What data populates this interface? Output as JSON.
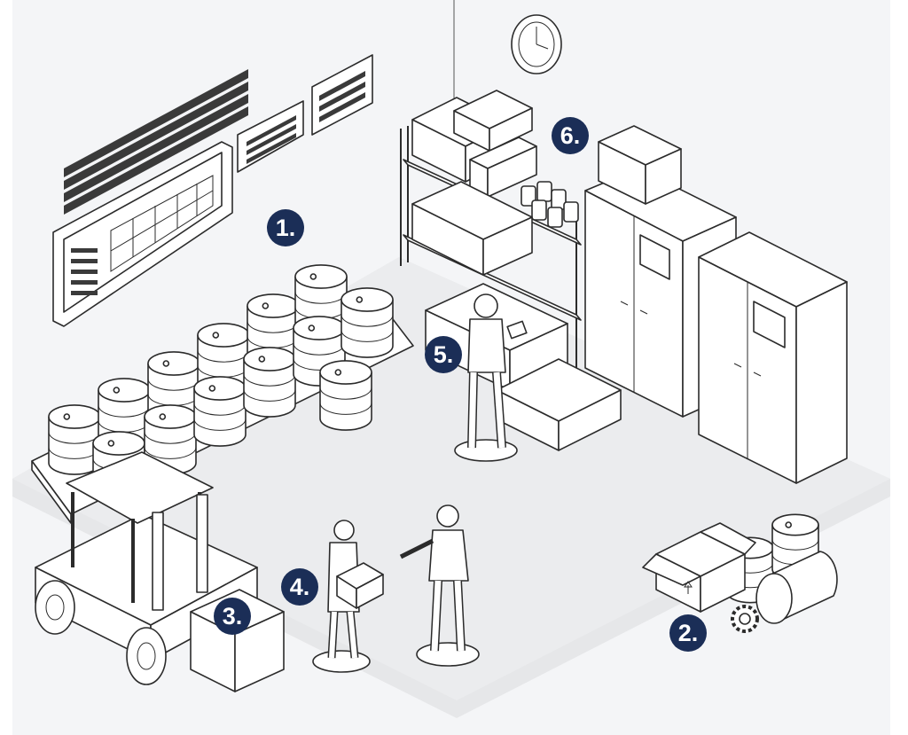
{
  "colors": {
    "wall": "#f4f5f7",
    "floor": "#e6e7e9",
    "outline": "#2b2b2b",
    "badge": "#1b2e57",
    "badge_text": "#ffffff"
  },
  "badges": [
    {
      "id": "1",
      "label": "1."
    },
    {
      "id": "2",
      "label": "2."
    },
    {
      "id": "3",
      "label": "3."
    },
    {
      "id": "4",
      "label": "4."
    },
    {
      "id": "5",
      "label": "5."
    },
    {
      "id": "6",
      "label": "6."
    }
  ],
  "icons": [
    "wall-clock-icon",
    "forklift-icon",
    "oil-drum-icon",
    "cardboard-box-icon",
    "gear-icon",
    "worker-icon",
    "storage-rack-icon",
    "locker-cabinet-icon",
    "wall-screen-icon"
  ]
}
